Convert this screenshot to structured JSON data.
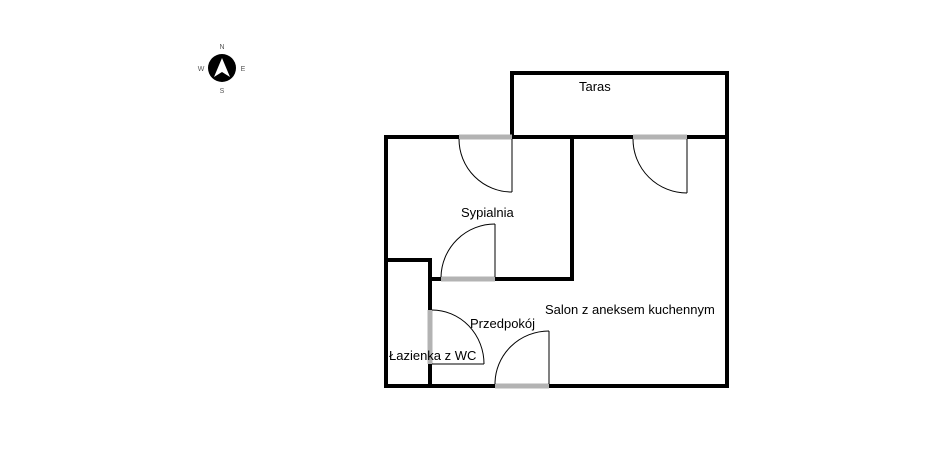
{
  "compass": {
    "north": "N",
    "south": "S",
    "east": "E",
    "west": "W",
    "icon": "compass-rose-icon"
  },
  "rooms": {
    "taras": "Taras",
    "sypialnia": "Sypialnia",
    "salon": "Salon z aneksem kuchennym",
    "przedpokoj": "Przedpokój",
    "lazienka": "Łazienka z WC"
  },
  "colors": {
    "walls": "#000000",
    "door_openings": "#b3b3b3",
    "background": "#ffffff"
  }
}
